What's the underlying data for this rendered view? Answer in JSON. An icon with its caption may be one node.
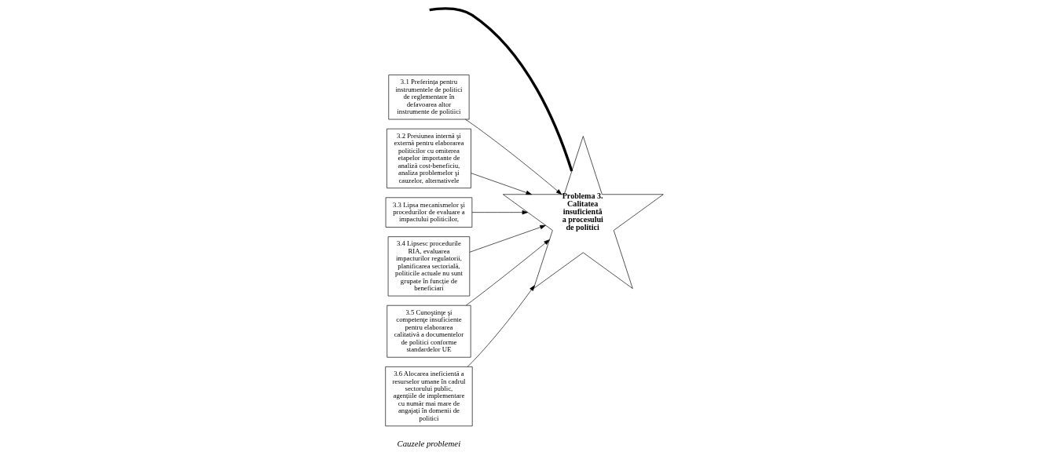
{
  "diagram": {
    "nodes": [
      {
        "text": [
          "3.1 Preferința pentru instrumentele de politici de reglementare în defavoarea altor instrumente de politiici"
        ]
      },
      {
        "text": [
          "3.2 Presiunea internă şi externă pentru elaborarea politicilor cu omiterea etapelor importante de analiză cost-beneficiu, analiza problemelor şi cauzelor, alternativele"
        ]
      },
      {
        "text": [
          "3.3 Lipsa mecanismelor şi procedurilor de evaluare a impactului politicilor,"
        ]
      },
      {
        "text": [
          "3.4 Lipsesc procedurile RIA, evaluarea impacturilor regulatorii, planificarea sectorială, politicile actuale nu sunt grupate în funcție de beneficiari"
        ]
      },
      {
        "text": [
          "3.5 Cunoştinţe şi competenţe insuficiente pentru elaborarea calitativă a documentelor de politici conforme standardelor UE"
        ]
      },
      {
        "text": [
          "3.6 Alocarea ineficientă a resurselor umane în cadrul sectorului public, agențiile de implementare cu număr mai mare de angajați în domenii de politici"
        ]
      },
      {
        "text": [
          "Problema 3. Calitatea insuficientă a procesului de politici"
        ]
      }
    ],
    "edges": [
      {
        "from": null,
        "to": 6,
        "arrow": "none",
        "style": "thick"
      },
      {
        "from": 0,
        "to": 6,
        "arrow": "to"
      },
      {
        "from": 1,
        "to": 6,
        "arrow": "to"
      },
      {
        "from": 2,
        "to": 6,
        "arrow": "to"
      },
      {
        "from": 3,
        "to": 6,
        "arrow": "to"
      },
      {
        "from": 4,
        "to": 6,
        "arrow": "to"
      },
      {
        "from": 5,
        "to": 6,
        "arrow": "to"
      }
    ],
    "labels": [
      "Cauzele problemei"
    ]
  }
}
